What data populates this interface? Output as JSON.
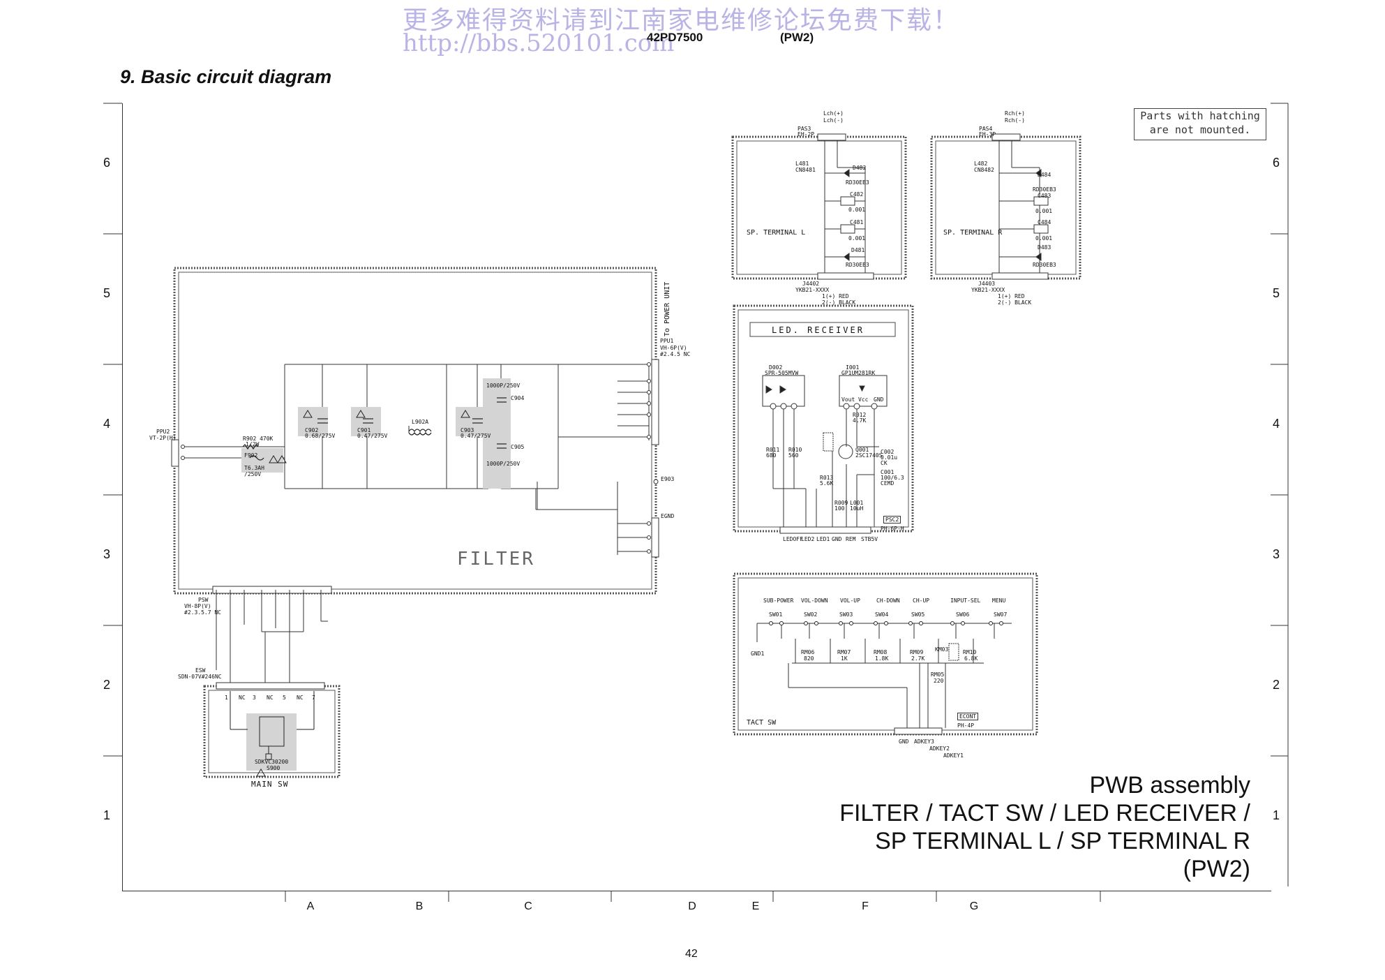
{
  "watermark": {
    "line1": "更多难得资料请到江南家电维修论坛免费下载！",
    "line2": "http://bbs.520101.com"
  },
  "header": {
    "model": "42PD7500",
    "variant": "(PW2)"
  },
  "section_title": "9. Basic circuit diagram",
  "row_labels": [
    "6",
    "5",
    "4",
    "3",
    "2",
    "1"
  ],
  "column_labels": [
    "A",
    "B",
    "C",
    "D",
    "E",
    "F",
    "G"
  ],
  "note": {
    "line1": "Parts with hatching",
    "line2": "are not mounted."
  },
  "pwb": {
    "line1": "PWB  assembly",
    "line2": "FILTER  /  TACT  SW  /  LED  RECEIVER  /",
    "line3": "SP  TERMINAL  L  /  SP  TERMINAL  R",
    "line4": "(PW2)"
  },
  "page_number": "42",
  "filter": {
    "name": "FILTER",
    "ppu2": "PPU2",
    "ppu2_type": "VT-2P(H)",
    "r902": "R902  470K",
    "r902_rating": "1/2W",
    "f902": "F902",
    "f902_rating": "T6.3AH /250V",
    "c901_label": "C901",
    "c901_value": "0.47/275V",
    "c902_label": "C902",
    "c902_value": "0.68/275V",
    "l902": "L902A",
    "c903": "C903",
    "c903_value": "0.47/275V",
    "c904": "C904",
    "c904_value": "1000P/250V",
    "c905": "C905",
    "c905_value": "1000P/250V",
    "ppu1": "PPU1",
    "ppu1_type": "VH-6P(V)",
    "ppu1_nc": "#2.4.5 NC",
    "to_power_unit": "To POWER UNIT",
    "e903": "E903",
    "egnd": "EGND",
    "psw": "PSW",
    "psw_type": "VH-8P(V)",
    "psw_nc": "#2.3.5.7 NC"
  },
  "main_sw": {
    "name": "MAIN SW",
    "esw": "ESW",
    "esw_type": "SDN-07V#246NC",
    "part": "SDKVC30200",
    "ref": "S900",
    "pins": [
      "1",
      "NC",
      "3",
      "NC",
      "5",
      "NC",
      "7"
    ]
  },
  "sp_terminal_l": {
    "name": "SP. TERMINAL  L",
    "pas": "PAS3",
    "pas_type": "EH-2P",
    "pin1": "Lch(+)",
    "pin2": "Lch(-)",
    "coil": "L481",
    "coil_part": "CN8481",
    "d1": "D482",
    "d1_part": "RD30EB3",
    "c1": "C482",
    "c1_value": "0.001",
    "c2": "C481",
    "c2_value": "0.001",
    "d2": "D481",
    "d2_part": "RD30EB3",
    "jack": "J4402",
    "jack_part": "YKB21-XXXX",
    "out1": "1(+) RED",
    "out2": "2(-) BLACK"
  },
  "sp_terminal_r": {
    "name": "SP. TERMINAL  R",
    "pas": "PAS4",
    "pas_type": "EH-3P",
    "pin1": "Rch(+)",
    "pin2": "Rch(-)",
    "coil": "L482",
    "coil_part": "CN8482",
    "d1": "D484",
    "d1_part": "RD30EB3",
    "c1": "C483",
    "c1_value": "0.001",
    "c2": "C484",
    "c2_value": "0.001",
    "d2": "D483",
    "d2_part": "RD30EB3",
    "jack": "J4403",
    "jack_part": "YKB21-XXXX",
    "out1": "1(+) RED",
    "out2": "2(-) BLACK"
  },
  "led_receiver": {
    "name": "LED. RECEIVER",
    "d002": "D002",
    "d002_part": "SPR-505MVW",
    "i001": "I001",
    "i001_part": "GP1UM281RK",
    "pins": [
      "Vout",
      "Vcc",
      "GND"
    ],
    "r012": "R012",
    "r012_value": "4.7K",
    "q001": "Q001",
    "q001_part": "2SC1740S",
    "c002": "C002",
    "c002_value": "0.01u CK",
    "c001": "C001",
    "c001_value": "100/6.3 CEMD",
    "r011": "R011",
    "r011_value": "680",
    "r010": "R010",
    "r010_value": "560",
    "r013": "R013",
    "r013_value": "5.6K",
    "r009": "R009",
    "r009_value": "100",
    "l001": "L001",
    "l001_value": "10uH",
    "psc2": "PSC2",
    "psc2_type": "PH-6P-H",
    "conn": [
      "LEDOFF",
      "LED2",
      "LED1",
      "GND",
      "REM",
      "STB5V"
    ]
  },
  "tact_sw": {
    "name": "TACT  SW",
    "buttons": [
      "SUB-POWER",
      "VOL-DOWN",
      "VOL-UP",
      "CH-DOWN",
      "CH-UP",
      "INPUT-SEL",
      "MENU"
    ],
    "switches": [
      "SW01",
      "SW02",
      "SW03",
      "SW04",
      "SW05",
      "SW06",
      "SW07"
    ],
    "resistors": [
      "RM06",
      "RM07",
      "RM08",
      "RM09",
      "RM10"
    ],
    "resistor_values": [
      "820",
      "1K",
      "1.8K",
      "2.7K",
      "6.8K"
    ],
    "rm05": "RM05",
    "rm05_value": "220",
    "km03": "KM03",
    "gnd": "GND1",
    "econt": "ECONT",
    "econt_type": "PH-4P",
    "conn": [
      "GND",
      "ADKEY3",
      "ADKEY2",
      "ADKEY1"
    ]
  }
}
